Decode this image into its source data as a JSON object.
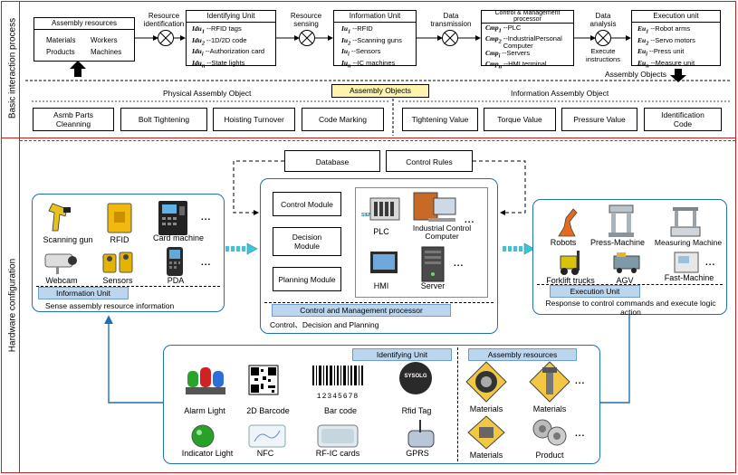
{
  "side_labels": {
    "top": "Basic interaction process",
    "bottom": "Hardware configuration"
  },
  "assembly_resources": {
    "title": "Assembly resources",
    "items": [
      "Materials",
      "Workers",
      "Products",
      "Machines"
    ]
  },
  "junctions": {
    "resource_identification": "Resource\nidentification",
    "resource_sensing": "Resource\nsensing",
    "data_transmission": "Data\ntransmission",
    "data_analysis": "Data\nanalysis",
    "execute_instructions": "Execute\ninstructions"
  },
  "identifying_unit": {
    "title": "Identifying Unit",
    "items": [
      {
        "code": "Idu1",
        "text": "--RFID tags"
      },
      {
        "code": "Idu2",
        "text": "--1D/2D code"
      },
      {
        "code": "Idui",
        "text": "--Authorization card"
      },
      {
        "code": "Idun",
        "text": "--State lights"
      }
    ]
  },
  "information_unit": {
    "title": "Information Unit",
    "items": [
      {
        "code": "Iu1",
        "text": "--RFID"
      },
      {
        "code": "Iu2",
        "text": "--Scanning guns"
      },
      {
        "code": "Iui",
        "text": "--Sensors"
      },
      {
        "code": "Iun",
        "text": "--IC machines"
      }
    ]
  },
  "control_management": {
    "title": "Control & Management\nprocessor",
    "items": [
      {
        "code": "Cmp1",
        "text": "--PLC"
      },
      {
        "code": "Cmp2",
        "text": "--IndustrialPersonal\nComputer"
      },
      {
        "code": "Cmpi",
        "text": "--Servers"
      },
      {
        "code": "Cmpn",
        "text": "--HMI terminal"
      }
    ]
  },
  "execution_unit": {
    "title": "Execution unit",
    "items": [
      {
        "code": "Eu1",
        "text": "--Robot arms"
      },
      {
        "code": "Eu2",
        "text": "--Servo motors"
      },
      {
        "code": "Eui",
        "text": "--Press unit"
      },
      {
        "code": "Eun",
        "text": "--Measure unit"
      }
    ]
  },
  "assembly_objects_arrow": "Assembly Objects",
  "assembly_objects": {
    "title": "Assembly Objects",
    "physical_title": "Physical Assembly Object",
    "information_title": "Information  Assembly Object",
    "physical": [
      "Asmb Parts\nCleanning",
      "Bolt Tightening",
      "Hoisting Turnover",
      "Code Marking"
    ],
    "information": [
      "Tightening Value",
      "Torque  Value",
      "Pressure Value",
      "Identification\nCode"
    ]
  },
  "database": "Database",
  "control_rules": "Control Rules",
  "info_panel": {
    "items": [
      "Scanning gun",
      "RFID",
      "Card machine",
      "Webcam",
      "Sensors",
      "PDA"
    ],
    "dots": "...",
    "label": "Information Unit",
    "desc": "Sense assembly resource information"
  },
  "cmp_panel": {
    "modules": [
      "Control Module",
      "Decision\nModule",
      "Planning Module"
    ],
    "items": [
      "PLC",
      "Industrial Control\nComputer",
      "HMI",
      "Server"
    ],
    "dots": "...",
    "siemens": "SIEMENS",
    "label": "Control and Management processor",
    "desc": "Control、Decision and Planning"
  },
  "exec_panel": {
    "items": [
      "Robots",
      "Press-Machine",
      "Measuring Machine",
      "Forklift trucks",
      "AGV",
      "Fast-Machine"
    ],
    "dots": "...",
    "label": "Execution Unit",
    "desc": "Response to control commands and execute logic\naction"
  },
  "bottom_panel": {
    "id_label": "Identifying Unit",
    "res_label": "Assembly resources",
    "id_items": [
      "Alarm Light",
      "2D Barcode",
      "Bar  code",
      "Rfid  Tag",
      "Indicator Light",
      "NFC",
      "RF-IC cards",
      "GPRS"
    ],
    "barcode_number": "12345678",
    "tag_brand": "SYSOLG",
    "res_items": [
      "Materials",
      "Materials",
      "Materials",
      "Product"
    ],
    "dots": "..."
  },
  "colors": {
    "accent_blue": "#1f6fb5",
    "label_fill": "#bcd6ee",
    "title_fill": "#fff3b0",
    "divider_red": "#d22020"
  }
}
